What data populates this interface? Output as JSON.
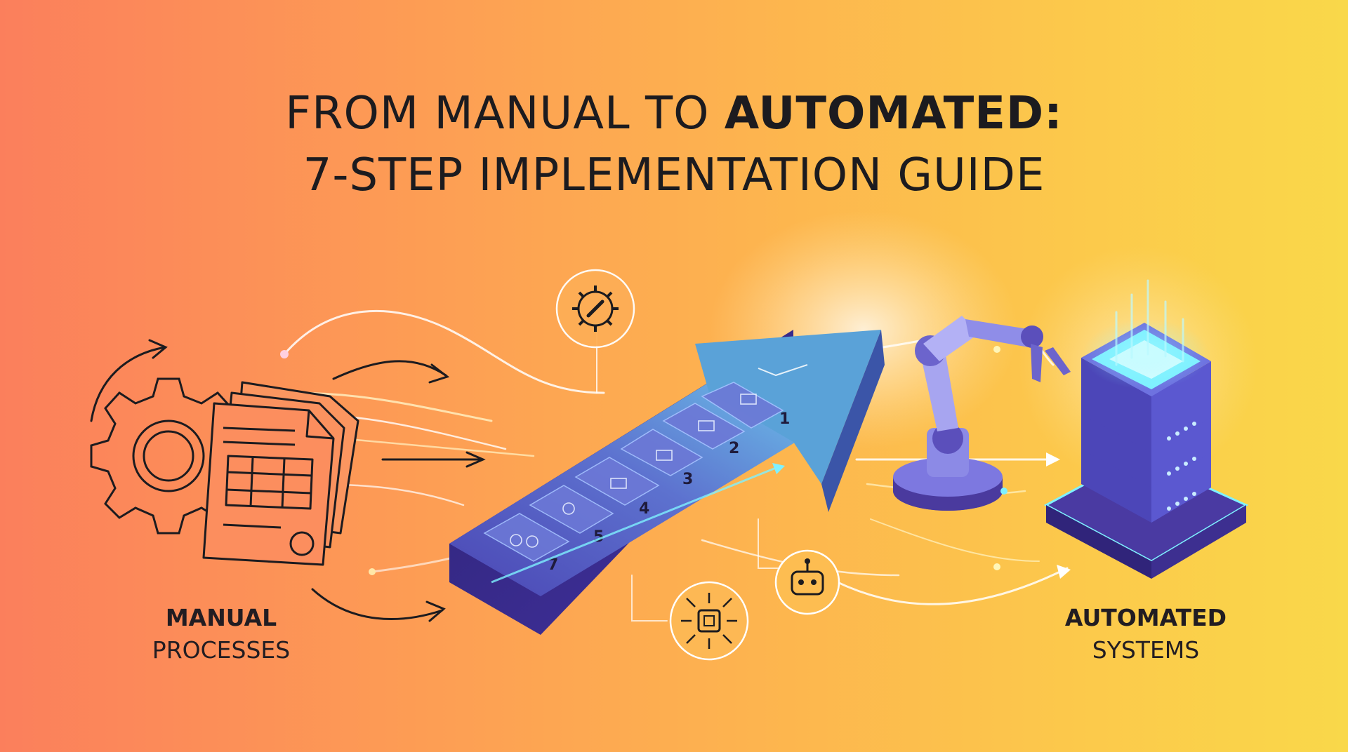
{
  "title": {
    "line1_regular": "FROM MANUAL TO ",
    "line1_bold": "AUTOMATED:",
    "line2": "7-STEP IMPLEMENTATION GUIDE"
  },
  "left_label": {
    "line1": "MANUAL",
    "line2": "PROCESSES"
  },
  "right_label": {
    "line1": "AUTOMATED",
    "line2": "SYSTEMS"
  },
  "steps": [
    "1",
    "2",
    "3",
    "4",
    "5",
    "7"
  ],
  "colors": {
    "arrow_top": "#5d62c9",
    "arrow_side": "#3b2f8f",
    "arrow_head": "#5aa8dc",
    "server": "#4a3fa8",
    "glow": "#7ff1ff",
    "ink": "#1c1b1f"
  },
  "icons": [
    "gear-wrench-icon",
    "ai-chip-icon",
    "robot-head-icon",
    "robotic-arm-icon",
    "server-stack-icon",
    "gear-icon",
    "documents-icon"
  ]
}
